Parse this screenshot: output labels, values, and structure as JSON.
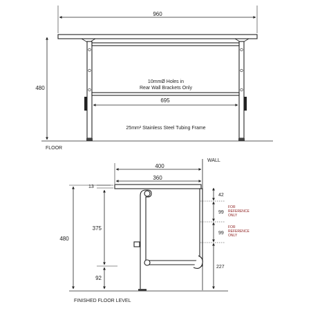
{
  "front_view": {
    "width_label": "960",
    "height_label": "480",
    "inner_width_label": "695",
    "holes_note_line1": "10mmØ Holes in",
    "holes_note_line2": "Rear Wall Brackets Only",
    "frame_note": "25mm² Stainless Steel Tubing Frame",
    "floor_label": "FLOOR"
  },
  "side_view": {
    "wall_label": "WALL",
    "depth_label": "400",
    "seat_depth_label": "360",
    "top_thickness_label": "13",
    "height_label": "480",
    "rail_height_label": "375",
    "foot_height_label": "92",
    "hole_top_label": "42",
    "hole_gap1_label": "99",
    "hole_gap2_label": "99",
    "hole_bottom_label": "227",
    "reference_note1": [
      "FOR",
      "REFERENCE",
      "ONLY"
    ],
    "reference_note2": [
      "FOR",
      "REFERENCE",
      "ONLY"
    ],
    "floor_label": "FINISHED FLOOR LEVEL"
  }
}
